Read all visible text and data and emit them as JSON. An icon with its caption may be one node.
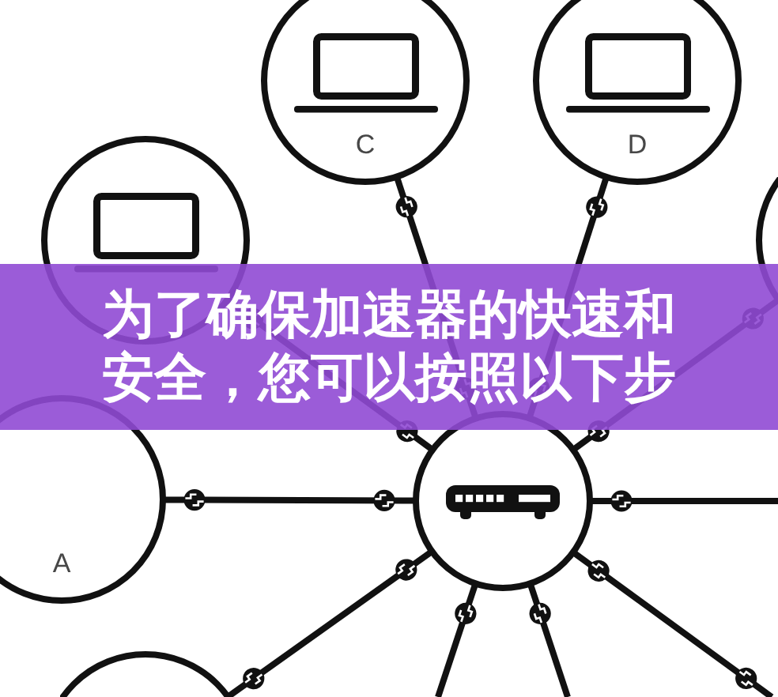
{
  "diagram": {
    "title": "为了确保加速器的快速和安全，您可以按照以下步",
    "nodes": [
      {
        "text": [
          "C"
        ]
      },
      {
        "text": [
          "D"
        ]
      },
      {
        "text": [],
        "shape": "circle"
      },
      {
        "text": [],
        "shape": "circle"
      },
      {
        "text": [
          "A"
        ]
      },
      {
        "text": [],
        "shape": "circle"
      },
      {
        "text": [],
        "shape": "circle"
      }
    ],
    "edges": [
      {
        "from": 5,
        "to": 0,
        "arrow": "other"
      },
      {
        "from": 5,
        "to": 1,
        "arrow": "other"
      },
      {
        "from": 5,
        "to": 2,
        "arrow": "other"
      },
      {
        "from": 5,
        "to": 3,
        "arrow": "other"
      },
      {
        "from": 5,
        "to": 4,
        "arrow": "other"
      },
      {
        "from": 5,
        "to": null,
        "arrow": "other"
      },
      {
        "from": 5,
        "to": 6,
        "arrow": "other"
      },
      {
        "from": 5,
        "to": null,
        "arrow": "other"
      },
      {
        "from": 5,
        "to": null,
        "arrow": "other"
      },
      {
        "from": 5,
        "to": null,
        "arrow": "other"
      }
    ]
  }
}
